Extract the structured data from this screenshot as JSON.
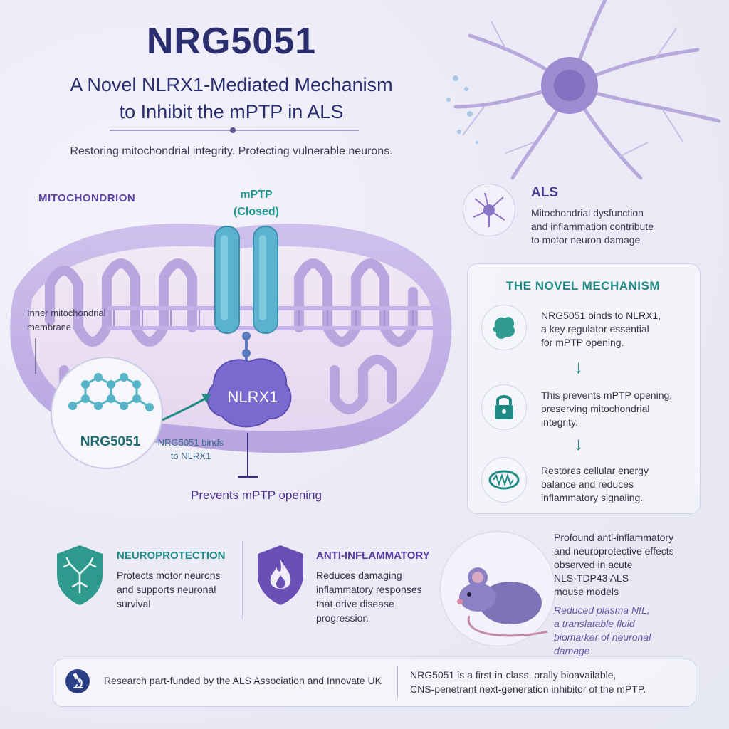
{
  "header": {
    "title": "NRG5051",
    "subtitle_line1": "A Novel NLRX1-Mediated Mechanism",
    "subtitle_line2": "to Inhibit the mPTP in ALS",
    "tagline": "Restoring mitochondrial integrity. Protecting vulnerable neurons."
  },
  "diagram": {
    "mitochondrion_label": "MITOCHONDRION",
    "mptp_label_line1": "mPTP",
    "mptp_label_line2": "(Closed)",
    "inner_membrane_line1": "Inner mitochondrial",
    "inner_membrane_line2": "membrane",
    "compound_label": "NRG5051",
    "binds_line1": "NRG5051 binds",
    "binds_line2": "to NLRX1",
    "target_label": "NLRX1",
    "prevents_label": "Prevents mPTP opening"
  },
  "als": {
    "title": "ALS",
    "text_line1": "Mitochondrial dysfunction",
    "text_line2": "and inflammation contribute",
    "text_line3": "to motor neuron damage"
  },
  "mechanism": {
    "title": "THE NOVEL MECHANISM",
    "steps": [
      {
        "line1": "NRG5051 binds to NLRX1,",
        "line2": "a key regulator essential",
        "line3": "for mPTP opening.",
        "icon": "protein-blob-icon"
      },
      {
        "line1": "This prevents mPTP opening,",
        "line2": "preserving mitochondrial",
        "line3": "integrity.",
        "icon": "lock-icon"
      },
      {
        "line1": "Restores cellular energy",
        "line2": "balance and reduces",
        "line3": "inflammatory signaling.",
        "icon": "mitochondrion-icon"
      }
    ],
    "arrow": "↓"
  },
  "features": {
    "neuro_title": "NEUROPROTECTION",
    "neuro_line1": "Protects motor neurons",
    "neuro_line2": "and supports neuronal",
    "neuro_line3": "survival",
    "anti_title": "ANTI-INFLAMMATORY",
    "anti_line1": "Reduces damaging",
    "anti_line2": "inflammatory responses",
    "anti_line3": "that drive disease",
    "anti_line4": "progression"
  },
  "mouse": {
    "line1": "Profound anti-inflammatory",
    "line2": "and neuroprotective effects",
    "line3": "observed in acute",
    "line4": "NLS-TDP43 ALS",
    "line5": "mouse models",
    "nfl_line1": "Reduced plasma NfL,",
    "nfl_line2": "a translatable fluid",
    "nfl_line3": "biomarker of neuronal",
    "nfl_line4": "damage"
  },
  "footer": {
    "funding": "Research part-funded by the ALS Association and Innovate UK",
    "summary_line1": "NRG5051 is a first-in-class, orally bioavailable,",
    "summary_line2": "CNS-penetrant next-generation inhibitor of the mPTP."
  },
  "colors": {
    "navy": "#2a2e6e",
    "teal": "#1f8a84",
    "purple": "#5a3ea6",
    "lavender": "#a998d6"
  }
}
